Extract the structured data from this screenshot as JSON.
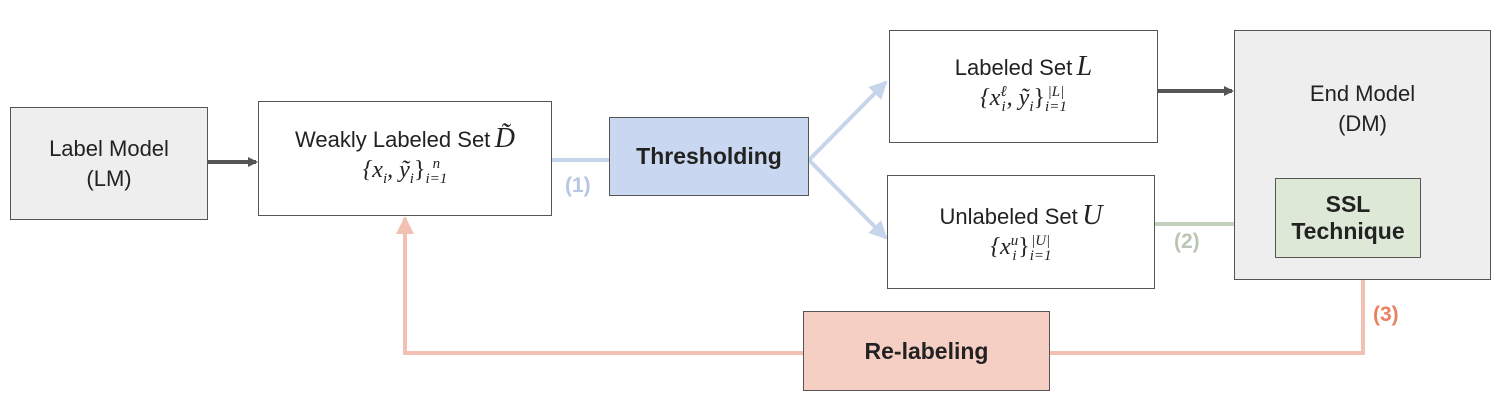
{
  "nodes": {
    "label_model": {
      "line1": "Label Model",
      "line2": "(LM)"
    },
    "weak_set": {
      "title": "Weakly Labeled Set",
      "symbol": "D̃",
      "formula_set": "{x",
      "formula_sub": "i",
      "formula_mid": ", ỹ",
      "formula_sub2": "i",
      "formula_close": "}",
      "formula_sup": "n",
      "formula_lower": "i=1"
    },
    "thresholding": {
      "label": "Thresholding"
    },
    "labeled_set": {
      "title": "Labeled Set",
      "symbol": "L",
      "formula": "{x",
      "sup_l": "ℓ",
      "sub_i": "i",
      "mid": ", ỹ",
      "sub_i2": "i",
      "close": "}",
      "sup": "|L|",
      "lower": "i=1"
    },
    "unlabeled_set": {
      "title": "Unlabeled Set",
      "symbol": "U",
      "formula": "{x",
      "sup_u": "u",
      "sub_i": "i",
      "close": "}",
      "sup": "|U|",
      "lower": "i=1"
    },
    "end_model": {
      "line1": "End Model",
      "line2": "(DM)"
    },
    "ssl": {
      "line1": "SSL",
      "line2": "Technique"
    },
    "relabeling": {
      "label": "Re-labeling"
    }
  },
  "steps": {
    "step1": "(1)",
    "step2": "(2)",
    "step3": "(3)"
  },
  "colors": {
    "arrow_dark": "#555555",
    "arrow_blue": "#c6d4ec",
    "arrow_green": "#c2d0bc",
    "arrow_red": "#f3c1b3",
    "step1": "#b7c6e2",
    "step2": "#b9c7b2",
    "step3": "#e9825f"
  }
}
